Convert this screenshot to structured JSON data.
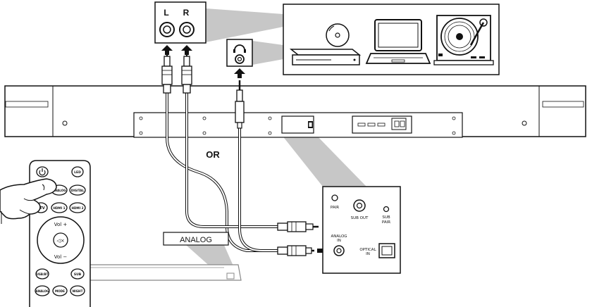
{
  "top_panel": {
    "left_label": "L",
    "right_label": "R"
  },
  "middle": {
    "or_label": "OR"
  },
  "zoom_panel": {
    "pair": "PAIR",
    "sub_out": "SUB OUT",
    "sub_pair_1": "SUB",
    "sub_pair_2": "PAIR",
    "analog_in_1": "ANALOG",
    "analog_in_2": "IN",
    "optical_1": "OPTICAL",
    "optical_2": "IN"
  },
  "callout": {
    "label": "ANALOG"
  },
  "remote": {
    "led": "LED",
    "analog": "ANALOG",
    "digital": "DIGITAL",
    "tv": "TV",
    "hdmi1": "HDMI 1",
    "hdmi2": "HDMI 2",
    "vol_up": "Vol +",
    "mute": "◁×",
    "vol_down": "Vol −",
    "usb_bt": "USB/BT",
    "sub": "SUB",
    "analog_bottom": "ANALOG",
    "mode": "MODE",
    "night": "NIGHT"
  },
  "icons": [
    "power-icon",
    "headphone-icon",
    "dvd-player-icon",
    "laptop-icon",
    "turntable-icon",
    "hand-icon",
    "arrow-up-icon",
    "arrow-right-icon"
  ]
}
